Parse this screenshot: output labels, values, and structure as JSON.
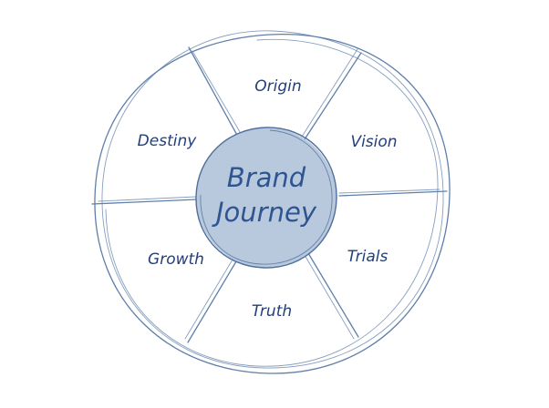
{
  "diagram": {
    "center_label_lines": [
      "Brand",
      "Journey"
    ],
    "segments": [
      {
        "label": "Origin"
      },
      {
        "label": "Vision"
      },
      {
        "label": "Trials"
      },
      {
        "label": "Truth"
      },
      {
        "label": "Growth"
      },
      {
        "label": "Destiny"
      }
    ],
    "colors": {
      "outline": "#5f7faa",
      "hub_fill": "#b9c9dd",
      "hub_outline": "#4f6f9c",
      "label_text": "#223f7a",
      "hub_text": "#2e5591",
      "background": "#ffffff"
    }
  }
}
